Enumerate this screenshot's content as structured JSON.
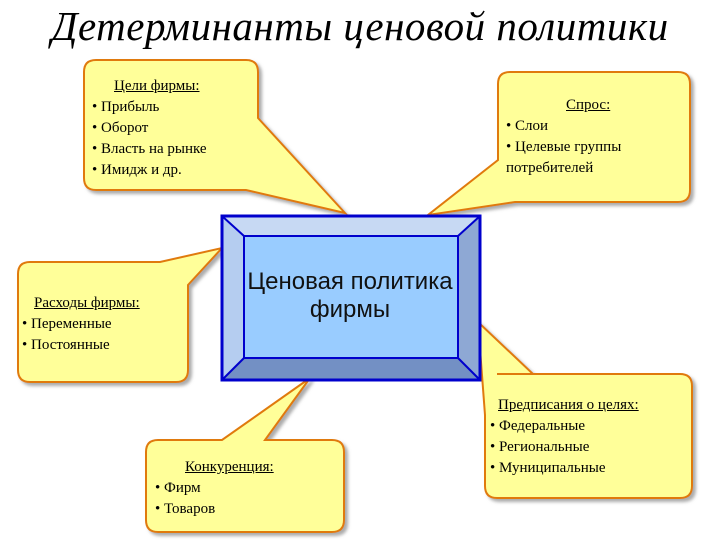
{
  "title": "Детерминанты ценовой политики",
  "center": {
    "line1": "Ценовая политика",
    "line2": "фирмы"
  },
  "callouts": {
    "goals": {
      "heading": "Цели фирмы:",
      "items": [
        "• Прибыль",
        "• Оборот",
        "• Власть на рынке",
        "• Имидж и др."
      ]
    },
    "demand": {
      "heading": "Спрос:",
      "items": [
        "• Слои",
        "• Целевые группы",
        "потребителей"
      ]
    },
    "costs": {
      "heading": "Расходы фирмы:",
      "items": [
        "• Переменные",
        "• Постоянные"
      ]
    },
    "competition": {
      "heading": "Конкуренция:",
      "items": [
        "• Фирм",
        "• Товаров"
      ]
    },
    "regulations": {
      "heading": "Предписания о целях:",
      "items": [
        "• Федеральные",
        "• Региональные",
        "• Муниципальные"
      ]
    }
  },
  "colors": {
    "callout_fill": "#ffff99",
    "callout_border": "#e07a10",
    "bevel_outer": "#0000cc",
    "bevel_light": "#b5cdf0",
    "bevel_dark": "#7f9ac8",
    "center_fill": "#99ccff"
  }
}
